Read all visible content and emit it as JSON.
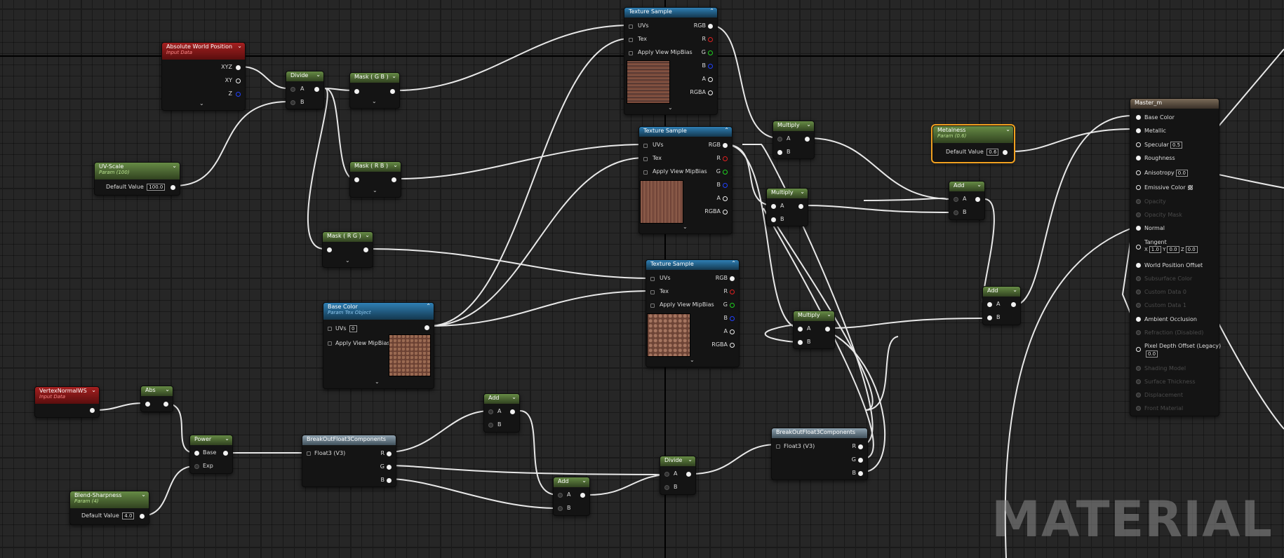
{
  "watermark": "MATERIAL",
  "colors": {
    "background": "#262626",
    "wire": "#e8e8e8",
    "selected_outline": "#f0a020"
  },
  "nodes": {
    "absolute_world_position": {
      "title": "Absolute World Position",
      "subtitle": "Input Data",
      "outputs": [
        "XYZ",
        "XY",
        "Z"
      ]
    },
    "uv_scale": {
      "title": "UV-Scale",
      "subtitle": "Param (100)",
      "default_label": "Default Value",
      "default_value": "100.0"
    },
    "divide_top": {
      "title": "Divide",
      "inputs": [
        "A",
        "B"
      ]
    },
    "mask_gb": {
      "title": "Mask ( G B )"
    },
    "mask_rb": {
      "title": "Mask ( R B )"
    },
    "mask_rg": {
      "title": "Mask ( R G )"
    },
    "base_color_param": {
      "title": "Base Color",
      "subtitle": "Param Tex Object",
      "uvs_label": "UVs",
      "uvs_value": "0",
      "mip_label": "Apply View MipBias"
    },
    "texture_sample_1": {
      "title": "Texture Sample",
      "inputs": [
        "UVs",
        "Tex",
        "Apply View MipBias"
      ],
      "outputs": [
        "RGB",
        "R",
        "G",
        "B",
        "A",
        "RGBA"
      ]
    },
    "texture_sample_2": {
      "title": "Texture Sample",
      "inputs": [
        "UVs",
        "Tex",
        "Apply View MipBias"
      ],
      "outputs": [
        "RGB",
        "R",
        "G",
        "B",
        "A",
        "RGBA"
      ]
    },
    "texture_sample_3": {
      "title": "Texture Sample",
      "inputs": [
        "UVs",
        "Tex",
        "Apply View MipBias"
      ],
      "outputs": [
        "RGB",
        "R",
        "G",
        "B",
        "A",
        "RGBA"
      ]
    },
    "multiply_1": {
      "title": "Multiply",
      "inputs": [
        "A",
        "B"
      ]
    },
    "multiply_2": {
      "title": "Multiply",
      "inputs": [
        "A",
        "B"
      ]
    },
    "multiply_3": {
      "title": "Multiply",
      "inputs": [
        "A",
        "B"
      ]
    },
    "add_1": {
      "title": "Add",
      "inputs": [
        "A",
        "B"
      ]
    },
    "add_2": {
      "title": "Add",
      "inputs": [
        "A",
        "B"
      ]
    },
    "add_3": {
      "title": "Add",
      "inputs": [
        "A",
        "B"
      ]
    },
    "add_4": {
      "title": "Add",
      "inputs": [
        "A",
        "B"
      ]
    },
    "metalness": {
      "title": "Metalness",
      "subtitle": "Param (0.6)",
      "default_label": "Default Value",
      "default_value": "0.6"
    },
    "vertex_normal_ws": {
      "title": "VertexNormalWS",
      "subtitle": "Input Data"
    },
    "abs": {
      "title": "Abs"
    },
    "power": {
      "title": "Power",
      "inputs": [
        "Base",
        "Exp"
      ]
    },
    "blend_sharpness": {
      "title": "Blend-Sharpness",
      "subtitle": "Param (4)",
      "default_label": "Default Value",
      "default_value": "4.0"
    },
    "breakout_1": {
      "title": "BreakOutFloat3Components",
      "input": "Float3 (V3)",
      "outputs": [
        "R",
        "G",
        "B"
      ]
    },
    "breakout_2": {
      "title": "BreakOutFloat3Components",
      "input": "Float3 (V3)",
      "outputs": [
        "R",
        "G",
        "B"
      ]
    },
    "divide_bottom": {
      "title": "Divide",
      "inputs": [
        "A",
        "B"
      ]
    },
    "master": {
      "title": "Master_m",
      "base_color": "Base Color",
      "metallic": "Metallic",
      "specular": "Specular",
      "specular_value": "0.5",
      "roughness": "Roughness",
      "anisotropy": "Anisotropy",
      "anisotropy_value": "0.0",
      "emissive": "Emissive Color",
      "opacity": "Opacity",
      "opacity_mask": "Opacity Mask",
      "normal": "Normal",
      "tangent": "Tangent",
      "tangent_x_label": "X",
      "tangent_x": "1.0",
      "tangent_y_label": "Y",
      "tangent_y": "0.0",
      "tangent_z_label": "Z",
      "tangent_z": "0.0",
      "world_position_offset": "World Position Offset",
      "subsurface_color": "Subsurface Color",
      "custom_data_0": "Custom Data 0",
      "custom_data_1": "Custom Data 1",
      "ambient_occlusion": "Ambient Occlusion",
      "refraction": "Refraction (Disabled)",
      "pixel_depth_offset": "Pixel Depth Offset (Legacy)",
      "pixel_depth_offset_value": "0.0",
      "shading_model": "Shading Model",
      "surface_thickness": "Surface Thickness",
      "displacement": "Displacement",
      "front_material": "Front Material"
    }
  }
}
